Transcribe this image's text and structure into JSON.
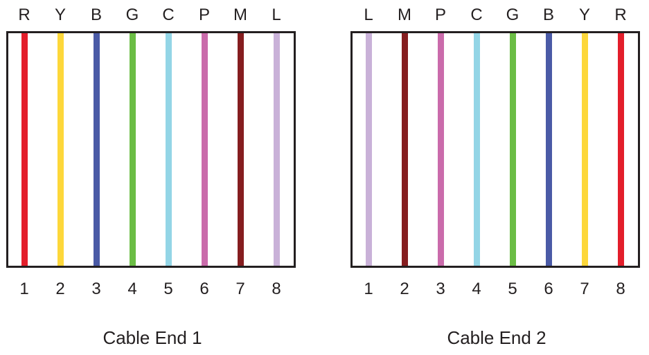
{
  "colors": {
    "R": "#e31e2b",
    "Y": "#fdd73a",
    "B": "#4a5aa6",
    "G": "#6bbd45",
    "C": "#93d5e6",
    "P": "#ca6bab",
    "M": "#851d1f",
    "L": "#c9b1d8"
  },
  "ends": [
    {
      "caption": "Cable End 1",
      "wires": [
        {
          "color_code": "R",
          "pin": "1"
        },
        {
          "color_code": "Y",
          "pin": "2"
        },
        {
          "color_code": "B",
          "pin": "3"
        },
        {
          "color_code": "G",
          "pin": "4"
        },
        {
          "color_code": "C",
          "pin": "5"
        },
        {
          "color_code": "P",
          "pin": "6"
        },
        {
          "color_code": "M",
          "pin": "7"
        },
        {
          "color_code": "L",
          "pin": "8"
        }
      ]
    },
    {
      "caption": "Cable End 2",
      "wires": [
        {
          "color_code": "L",
          "pin": "1"
        },
        {
          "color_code": "M",
          "pin": "2"
        },
        {
          "color_code": "P",
          "pin": "3"
        },
        {
          "color_code": "C",
          "pin": "4"
        },
        {
          "color_code": "G",
          "pin": "5"
        },
        {
          "color_code": "B",
          "pin": "6"
        },
        {
          "color_code": "Y",
          "pin": "7"
        },
        {
          "color_code": "R",
          "pin": "8"
        }
      ]
    }
  ]
}
